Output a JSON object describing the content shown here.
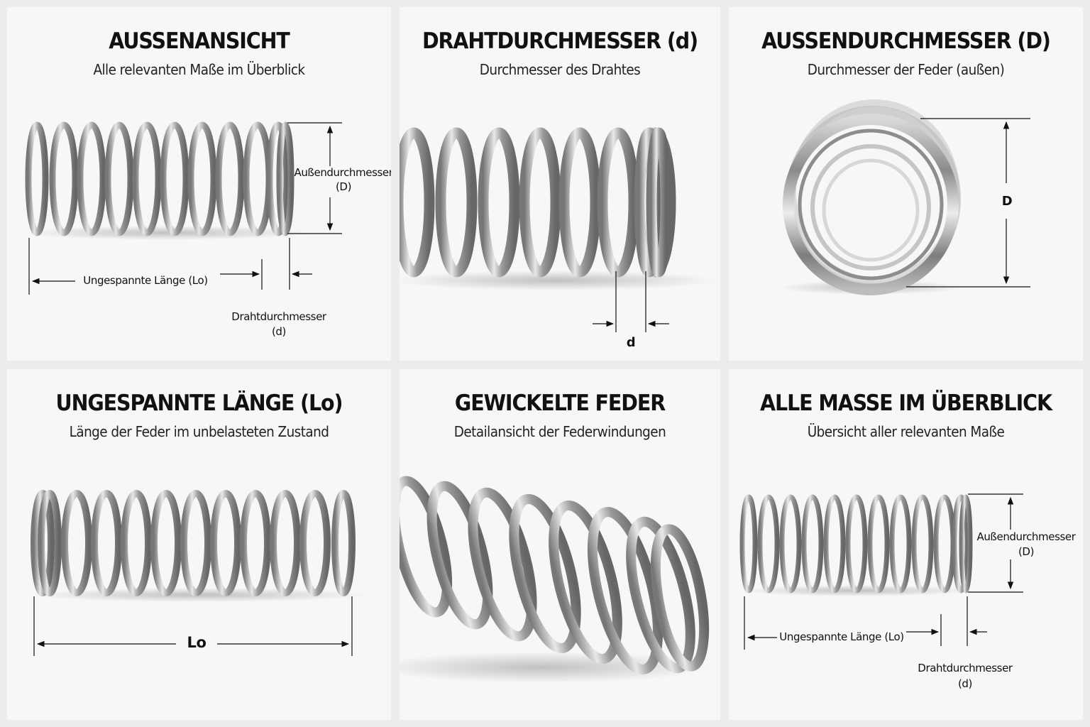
{
  "panels": [
    {
      "title": "AUSSENANSICHT",
      "subtitle": "Alle relevanten Maße im Überblick",
      "labels": {
        "outer_diameter_line1": "Außendurchmesser",
        "outer_diameter_line2": "(D)",
        "free_length": "Ungespannte Länge (Lo)",
        "wire_diameter_line1": "Drahtdurchmesser",
        "wire_diameter_line2": "(d)"
      }
    },
    {
      "title": "DRAHTDURCHMESSER (d)",
      "subtitle": "Durchmesser des Drahtes",
      "labels": {
        "wire_diameter": "d"
      }
    },
    {
      "title": "AUSSENDURCHMESSER (D)",
      "subtitle": "Durchmesser der Feder (außen)",
      "labels": {
        "outer_diameter": "D"
      }
    },
    {
      "title": "UNGESPANNTE LÄNGE (Lo)",
      "subtitle": "Länge der Feder im unbelasteten Zustand",
      "labels": {
        "free_length": "Lo"
      }
    },
    {
      "title": "GEWICKELTE FEDER",
      "subtitle": "Detailansicht der Federwindungen",
      "labels": {}
    },
    {
      "title": "ALLE MASSE IM ÜBERBLICK",
      "subtitle": "Übersicht aller relevanten Maße",
      "labels": {
        "outer_diameter_line1": "Außendurchmesser",
        "outer_diameter_line2": "(D)",
        "free_length": "Ungespannte Länge (Lo)",
        "wire_diameter_line1": "Drahtdurchmesser",
        "wire_diameter_line2": "(d)"
      }
    }
  ],
  "colors": {
    "background": "#ececec",
    "panel": "#f7f7f7",
    "text": "#111111",
    "steel_dark": "#6f6f6f",
    "steel_mid": "#a9a9a9",
    "steel_light": "#e6e6e6"
  }
}
